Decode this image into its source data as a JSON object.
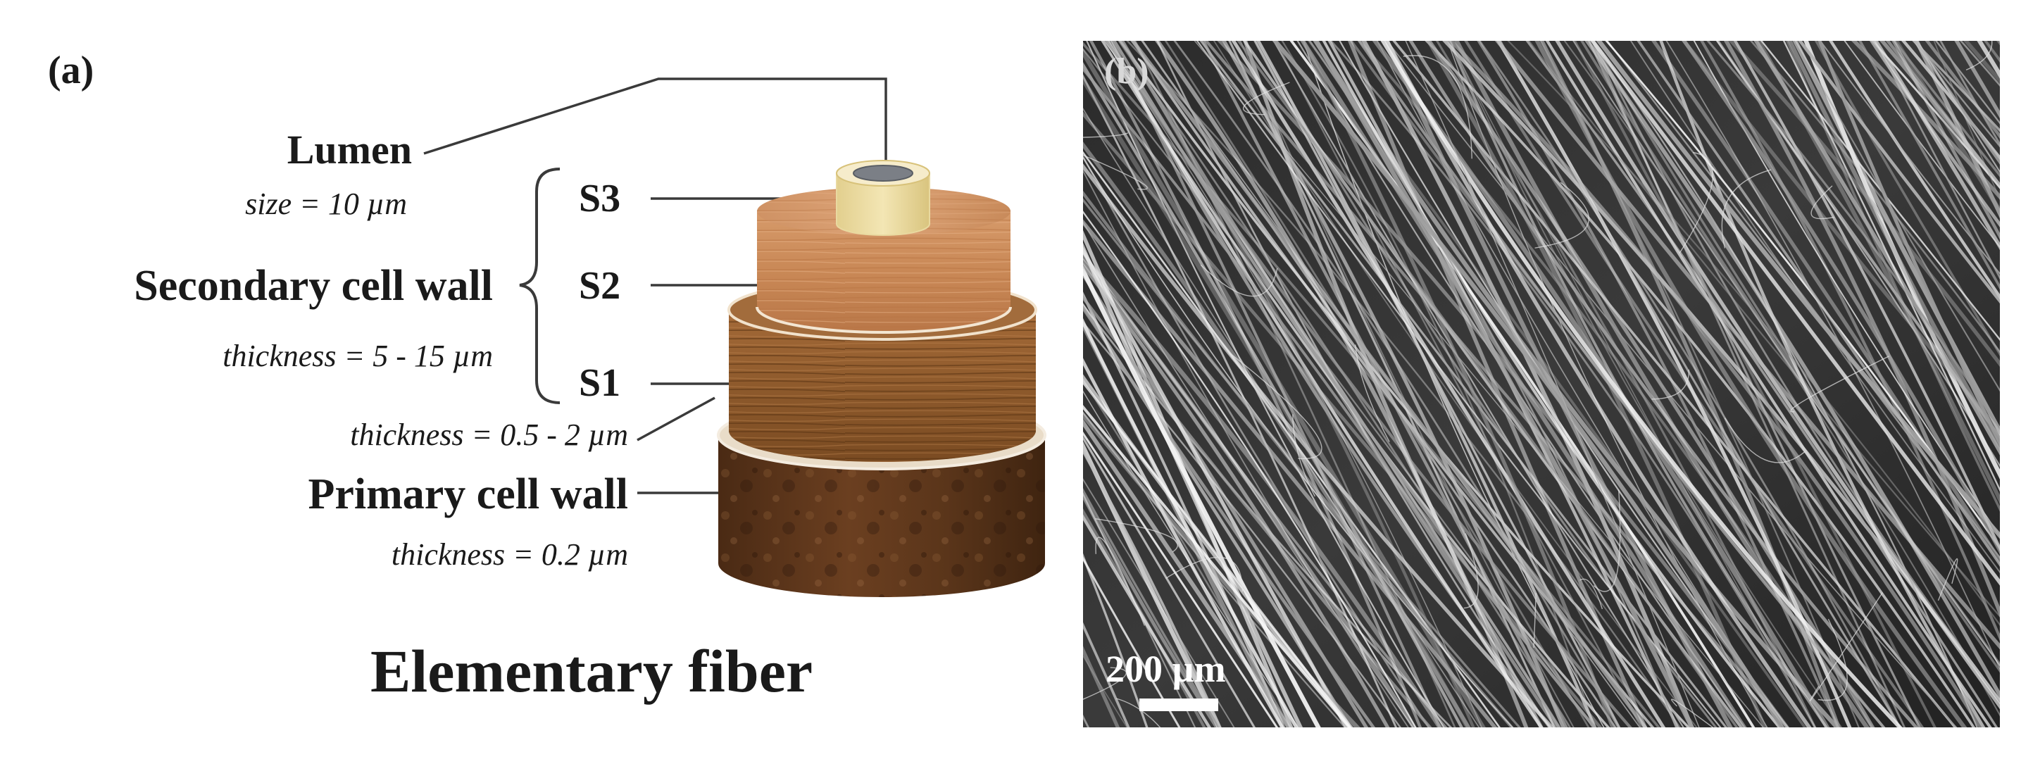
{
  "panel_a": {
    "label": "(a)",
    "lumen": {
      "title": "Lumen",
      "note": "size = 10 µm"
    },
    "secondary_wall": {
      "title": "Secondary cell wall",
      "note": "thickness = 5 - 15 µm"
    },
    "layers": {
      "s3": "S3",
      "s2": "S2",
      "s1": "S1"
    },
    "s1_note": "thickness = 0.5 - 2 µm",
    "primary_wall": {
      "title": "Primary cell wall",
      "note": "thickness = 0.2 µm"
    },
    "caption": "Elementary fiber"
  },
  "panel_b": {
    "label": "(b)",
    "scale_bar": "200 µm"
  }
}
